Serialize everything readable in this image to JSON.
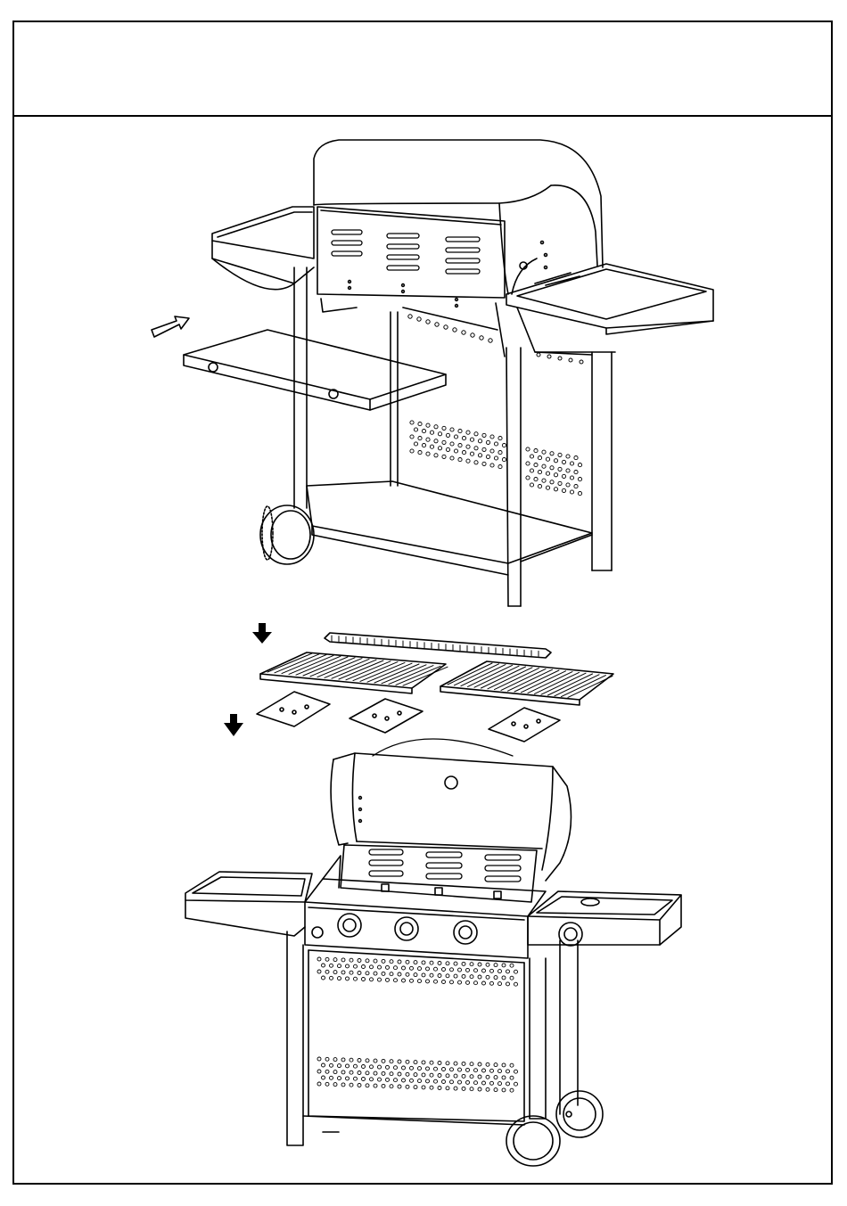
{
  "page": {
    "header_text": "",
    "figures": [
      "side-shelf-installation",
      "grates-and-flame-tamers",
      "assembled-grill"
    ],
    "icons": [
      "push-arrow-icon",
      "down-arrow-icon",
      "down-arrow-icon"
    ],
    "line_color": "#000000",
    "background_color": "#ffffff"
  }
}
